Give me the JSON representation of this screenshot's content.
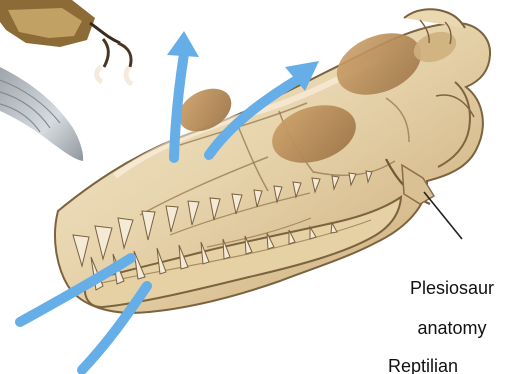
{
  "labels": {
    "plesiosaur_line1": "Plesiosaur",
    "plesiosaur_line2": "anatomy",
    "reptilian_partial": "Reptilian"
  },
  "colors": {
    "skull_base": "#e9d9b4",
    "skull_shadow": "#c6ab7a",
    "skull_dark": "#8c6b45",
    "arrow_blue": "#66aee8",
    "bone_outline": "#6d5538",
    "pebble_gray": "#b9bec2"
  },
  "icons": {
    "skull": "plesiosaur-skull-illustration",
    "arrows": "airflow-arrows",
    "leader": "leader-line"
  }
}
